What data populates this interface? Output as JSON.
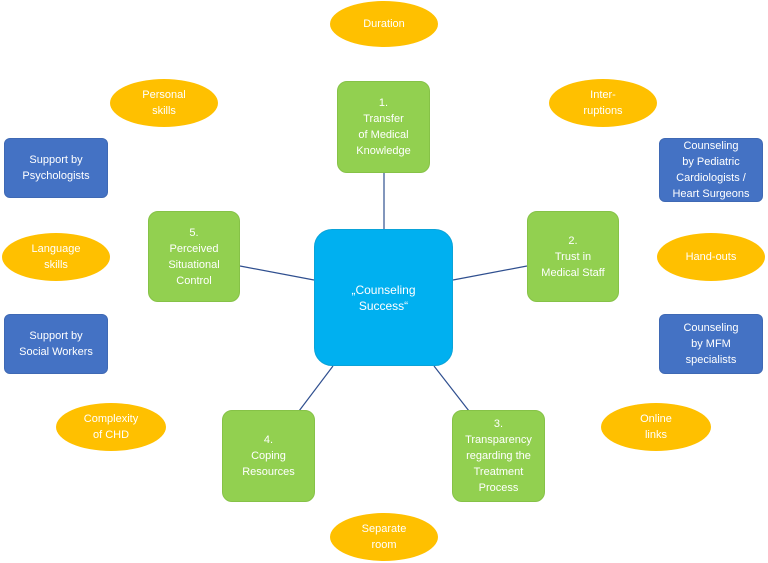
{
  "center": {
    "label": "„Counseling\nSuccess“"
  },
  "factors": [
    {
      "label": "1.\nTransfer\nof Medical\nKnowledge"
    },
    {
      "label": "2.\nTrust in\nMedical Staff"
    },
    {
      "label": "3.\nTransparency\nregarding the\nTreatment\nProcess"
    },
    {
      "label": "4.\nCoping\nResources"
    },
    {
      "label": "5.\nPerceived\nSituational\nControl"
    }
  ],
  "support_boxes": [
    {
      "label": "Support by\nPsychologists"
    },
    {
      "label": "Support by\nSocial Workers"
    },
    {
      "label": "Counseling\nby Pediatric\nCardiologists /\nHeart Surgeons"
    },
    {
      "label": "Counseling\nby MFM\nspecialists"
    }
  ],
  "influences": [
    {
      "label": "Duration"
    },
    {
      "label": "Personal\nskills"
    },
    {
      "label": "Inter-\nruptions"
    },
    {
      "label": "Language\nskills"
    },
    {
      "label": "Hand-outs"
    },
    {
      "label": "Complexity\nof CHD"
    },
    {
      "label": "Online\nlinks"
    },
    {
      "label": "Separate\nroom"
    }
  ],
  "colors": {
    "center": "#00b0f0",
    "factor": "#92d050",
    "support_box": "#4472c4",
    "influence": "#ffc000",
    "connector": "#2f4f8f"
  }
}
